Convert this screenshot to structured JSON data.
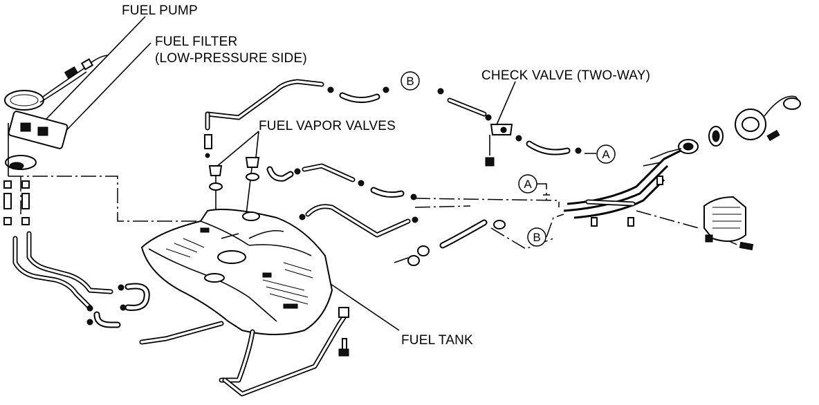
{
  "labels": {
    "fuel_pump": "FUEL PUMP",
    "fuel_filter_line1": "FUEL FILTER",
    "fuel_filter_line2": "(LOW-PRESSURE SIDE)",
    "check_valve": "CHECK VALVE (TWO-WAY)",
    "fuel_vapor_valves": "FUEL VAPOR VALVES",
    "fuel_tank": "FUEL TANK"
  },
  "callouts": {
    "a": "A",
    "b": "B"
  }
}
